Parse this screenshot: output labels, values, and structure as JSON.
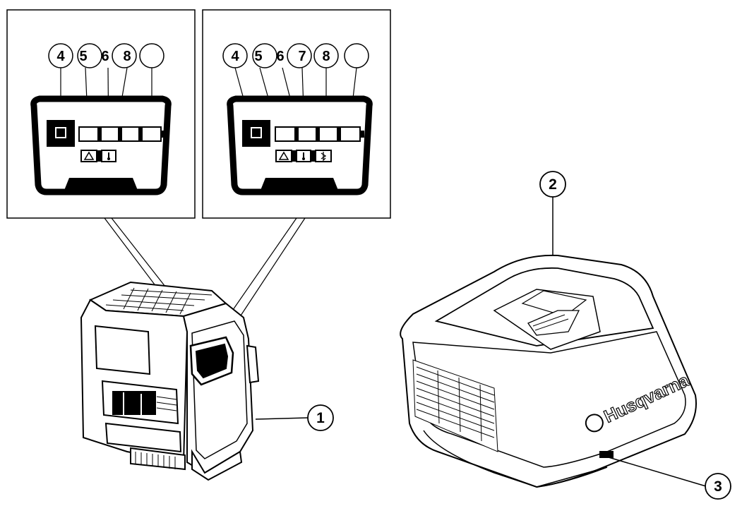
{
  "left_panel": {
    "labels": [
      "4",
      "5",
      "6",
      "8",
      ""
    ],
    "battery_segments": 4,
    "indicators": [
      "warning-icon",
      "temperature-icon"
    ]
  },
  "right_panel": {
    "labels": [
      "4",
      "5",
      "6",
      "7",
      "8",
      ""
    ],
    "battery_segments": 4,
    "indicators": [
      "warning-icon",
      "temperature-icon",
      "bluetooth-icon"
    ]
  },
  "callouts": {
    "battery": "1",
    "charger_top": "2",
    "charger_port": "3"
  },
  "charger": {
    "brand": "Husqvarna"
  },
  "colors": {
    "line": "#000000",
    "background": "#ffffff"
  }
}
